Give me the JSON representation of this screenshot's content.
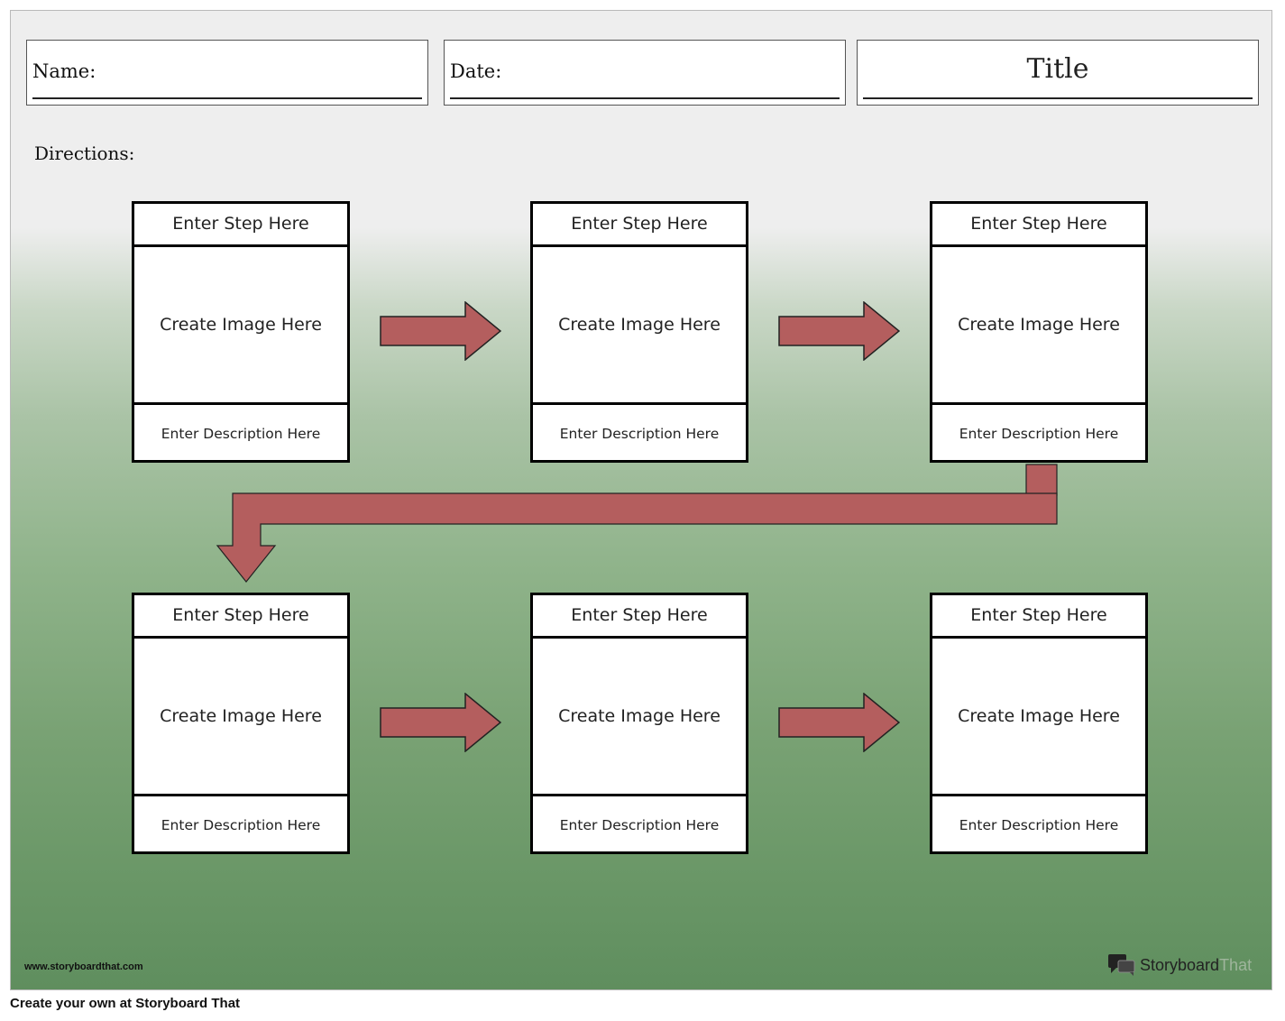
{
  "header": {
    "name_label": "Name:",
    "date_label": "Date:",
    "title": "Title"
  },
  "directions_label": "Directions:",
  "cells": [
    {
      "step": "Enter Step Here",
      "image": "Create Image Here",
      "description": "Enter Description Here"
    },
    {
      "step": "Enter Step Here",
      "image": "Create Image Here",
      "description": "Enter Description Here"
    },
    {
      "step": "Enter Step Here",
      "image": "Create Image Here",
      "description": "Enter Description Here"
    },
    {
      "step": "Enter Step Here",
      "image": "Create Image Here",
      "description": "Enter Description Here"
    },
    {
      "step": "Enter Step Here",
      "image": "Create Image Here",
      "description": "Enter Description Here"
    },
    {
      "step": "Enter Step Here",
      "image": "Create Image Here",
      "description": "Enter Description Here"
    }
  ],
  "watermark_url": "www.storyboardthat.com",
  "logo": {
    "word_main": "Storyboard",
    "word_light": "That"
  },
  "footer_text": "Create your own at Storyboard That",
  "colors": {
    "arrow_fill": "#b45e5e",
    "arrow_stroke": "#222222",
    "background_top": "#eeeeee",
    "background_bottom": "#5f8e5e"
  },
  "icons": [
    "right-arrow-icon",
    "down-connector-arrow-icon",
    "storyboardthat-logo-icon"
  ]
}
